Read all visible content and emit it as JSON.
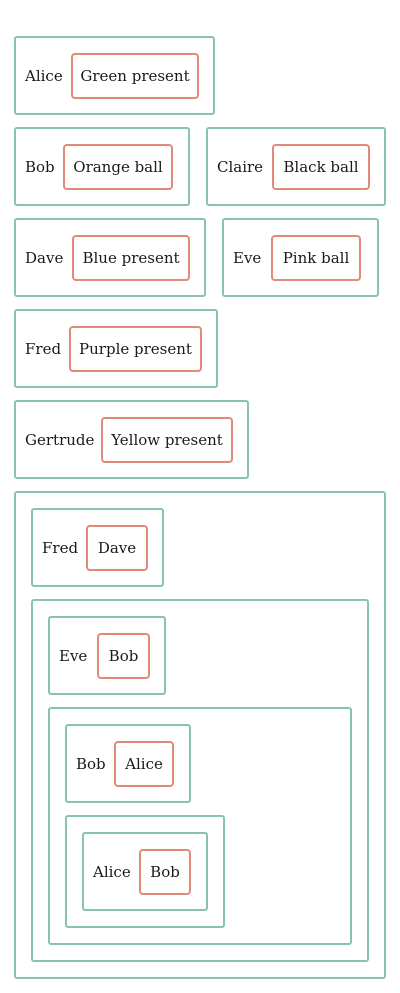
{
  "colors": {
    "person_border": "#88c4ad",
    "gift_border": "#e2897a",
    "text": "#1a1a1a"
  },
  "pairs": [
    {
      "person": "Alice",
      "gift": "Green present"
    },
    {
      "person": "Bob",
      "gift": "Orange ball"
    },
    {
      "person": "Claire",
      "gift": "Black ball"
    },
    {
      "person": "Dave",
      "gift": "Blue present"
    },
    {
      "person": "Eve",
      "gift": "Pink ball"
    },
    {
      "person": "Fred",
      "gift": "Purple present"
    },
    {
      "person": "Gertrude",
      "gift": "Yellow present"
    }
  ],
  "swaps": [
    {
      "first": "Fred",
      "second": "Dave"
    },
    {
      "first": "Eve",
      "second": "Bob"
    },
    {
      "first": "Bob",
      "second": "Alice"
    },
    {
      "first": "Alice",
      "second": "Bob"
    }
  ]
}
